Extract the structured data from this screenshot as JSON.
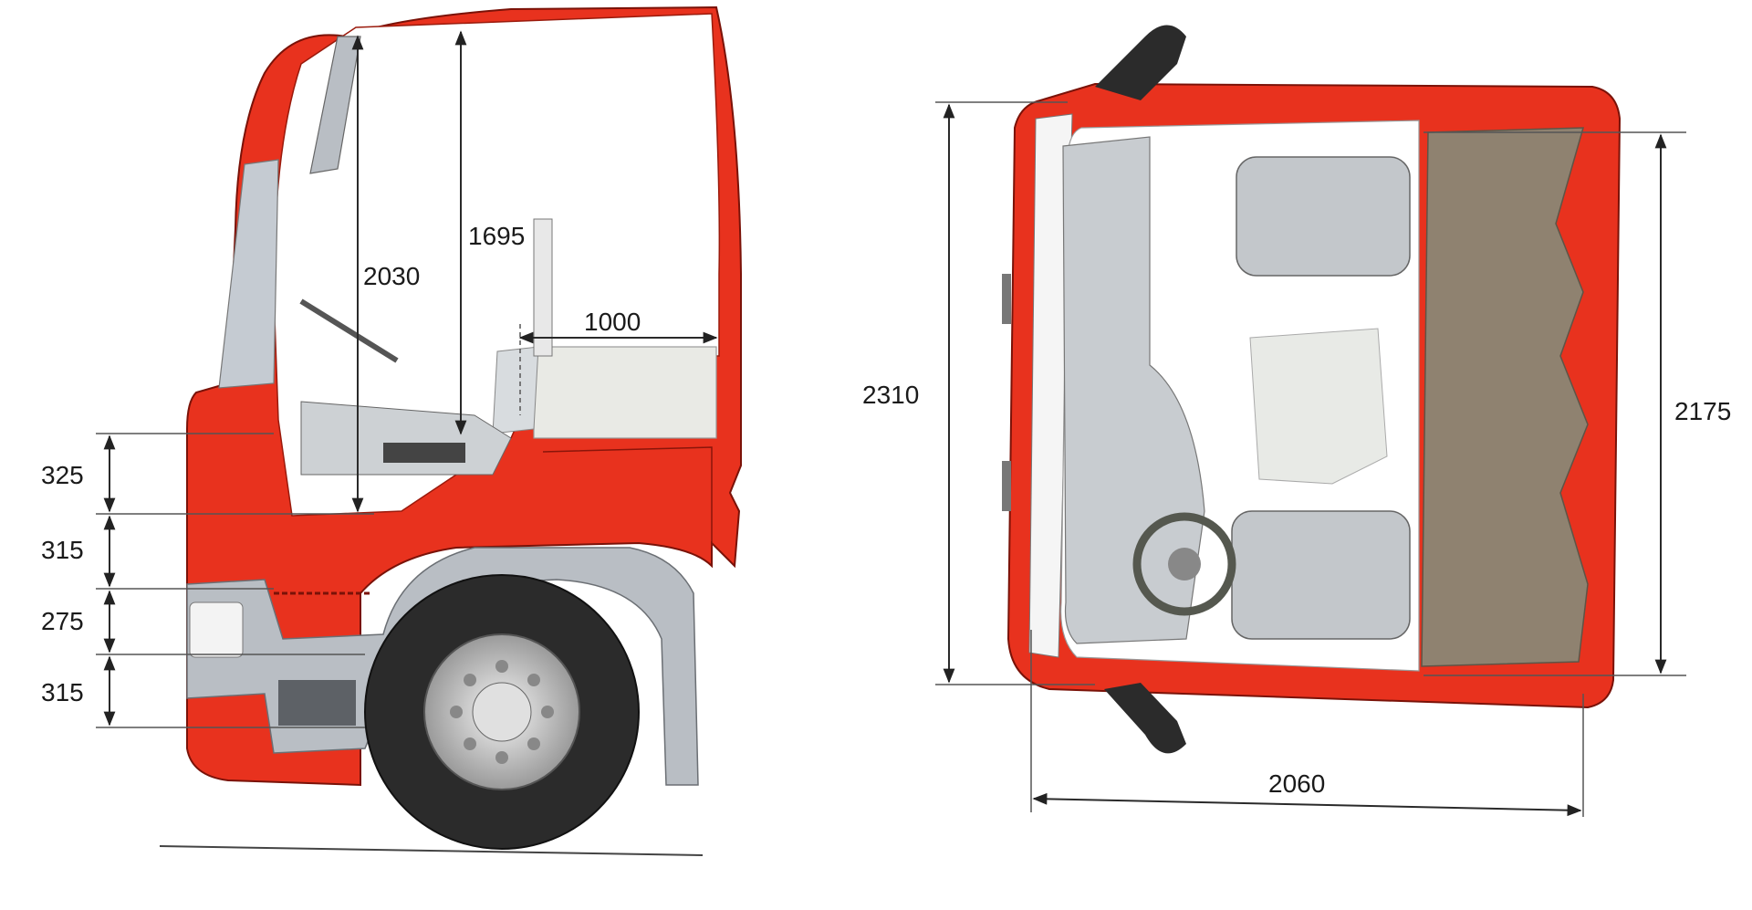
{
  "side_view": {
    "dimensions": {
      "interior_height": "2030",
      "standing_height": "1695",
      "bunk_width": "1000",
      "step_1": "325",
      "step_2": "315",
      "step_3": "275",
      "step_4": "315"
    }
  },
  "top_view": {
    "dimensions": {
      "exterior_length": "2310",
      "interior_length": "2175",
      "width": "2060"
    }
  },
  "colors": {
    "cab_red": "#e8321e",
    "cab_red_dark": "#b81e10",
    "trim_grey": "#b9bec4",
    "interior_light": "#e8eae6",
    "mattress": "#8f8270",
    "tyre": "#2b2b2b"
  }
}
